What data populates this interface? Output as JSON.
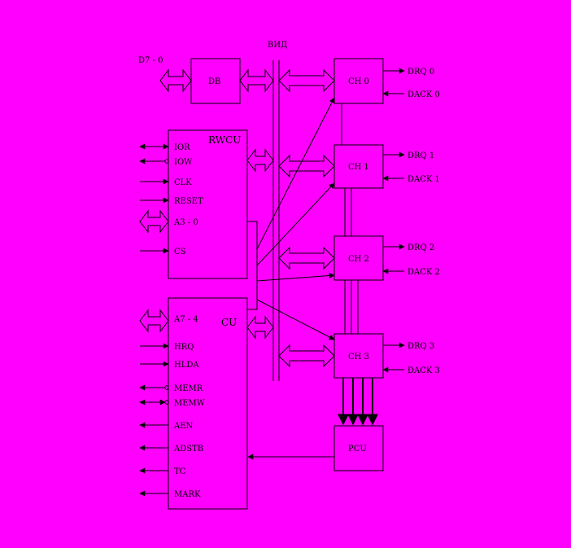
{
  "colors": {
    "background": "#ff00ff",
    "line": "#000000"
  },
  "bus": {
    "label": "ВИД"
  },
  "blocks": {
    "db": {
      "label": "DB",
      "external": "D7 - 0"
    },
    "rwcu": {
      "label": "RWCU",
      "signals": [
        "IOR",
        "IOW",
        "CLK",
        "RESET",
        "A3 - 0",
        "CS"
      ]
    },
    "cu": {
      "label": "CU",
      "signals": [
        "A7 - 4",
        "HRQ",
        "HLDA",
        "MEMR",
        "MEMW",
        "AEN",
        "ADSTB",
        "TC",
        "MARK"
      ]
    },
    "pcu": {
      "label": "PCU"
    }
  },
  "channels": [
    {
      "label": "CH 0",
      "drq": "DRQ 0",
      "dack": "DACK 0"
    },
    {
      "label": "CH 1",
      "drq": "DRQ 1",
      "dack": "DACK 1"
    },
    {
      "label": "CH 2",
      "drq": "DRQ 2",
      "dack": "DACK 2"
    },
    {
      "label": "CH 3",
      "drq": "DRQ 3",
      "dack": "DACK 3"
    }
  ]
}
